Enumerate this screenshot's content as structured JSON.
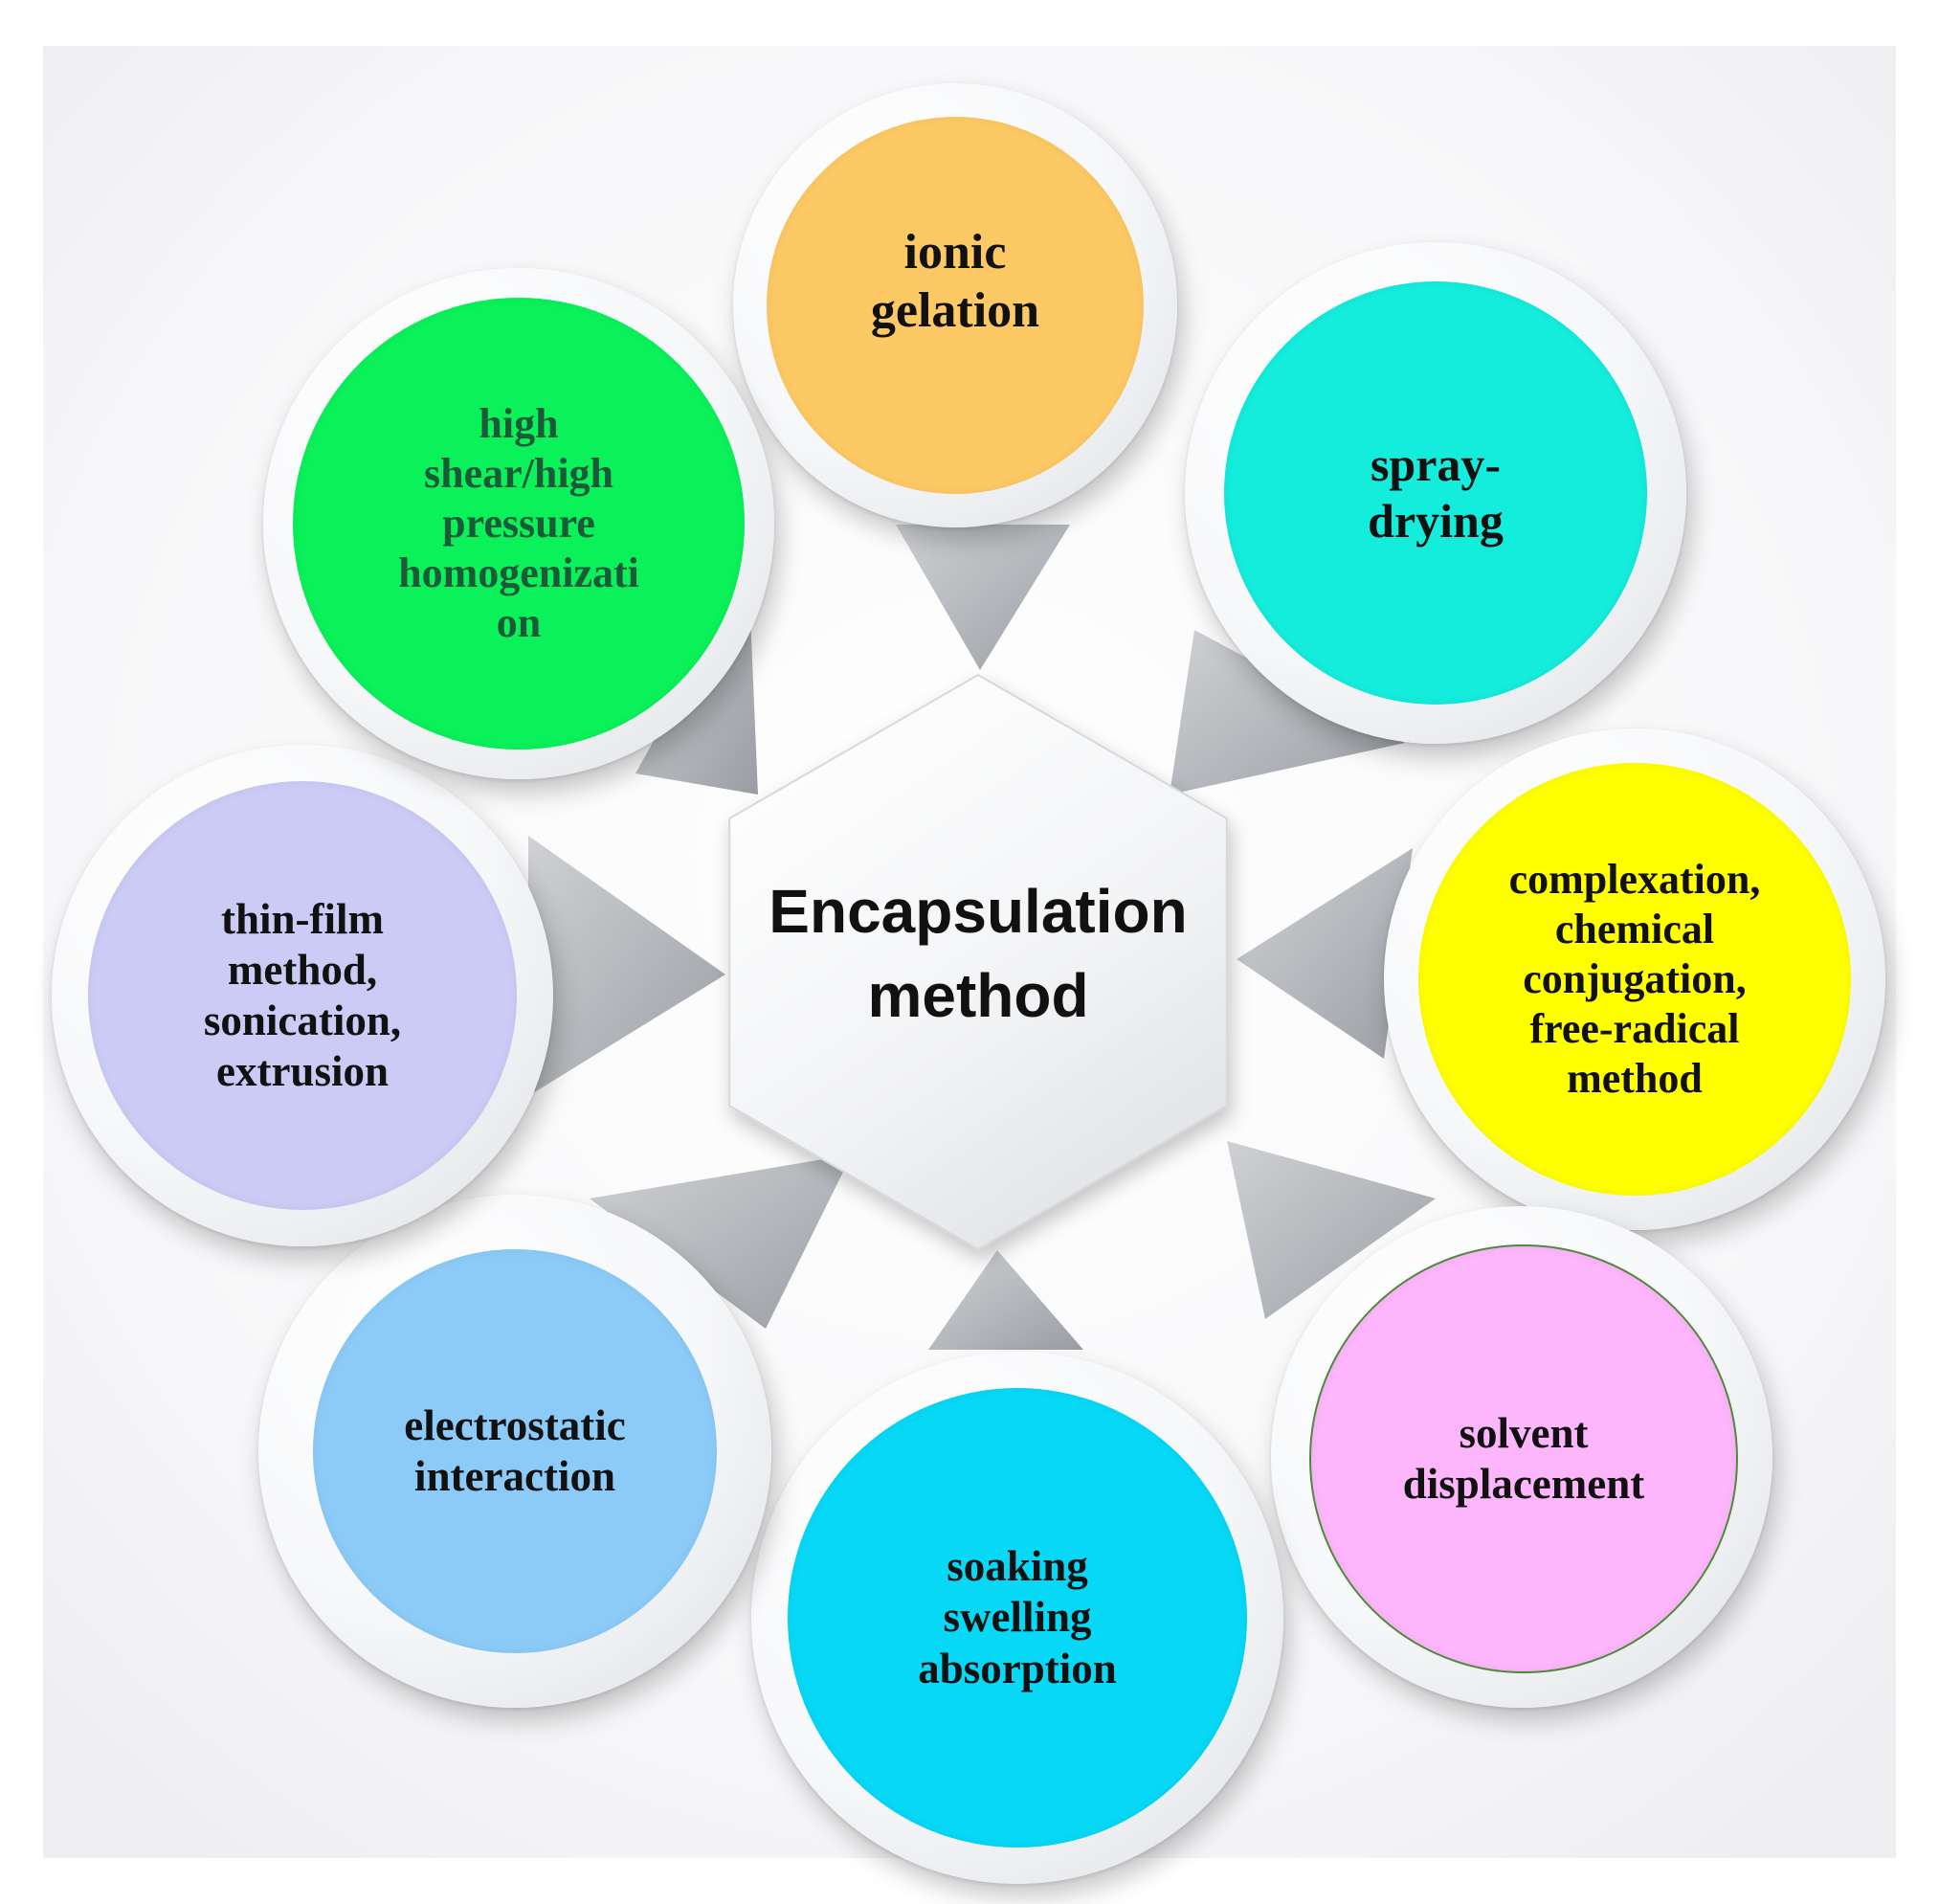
{
  "center": {
    "text": "Encapsulation\nmethod"
  },
  "methods": [
    {
      "id": "ionic-gelation",
      "text": "ionic\ngelation",
      "color": "#fdc964",
      "text_color": "#111111"
    },
    {
      "id": "spray-drying",
      "text": "spray-\ndrying",
      "color": "#14ecdc",
      "text_color": "#111111"
    },
    {
      "id": "complexation",
      "text": "complexation,\nchemical\nconjugation,\nfree-radical\nmethod",
      "color": "#ffff00",
      "text_color": "#111111"
    },
    {
      "id": "solvent-displacement",
      "text": "solvent\ndisplacement",
      "color": "#fdb6fb",
      "text_color": "#111111"
    },
    {
      "id": "soaking-swelling-absorption",
      "text": "soaking\nswelling\nabsorption",
      "color": "#06d8f6",
      "text_color": "#111111"
    },
    {
      "id": "electrostatic-interaction",
      "text": "electrostatic\ninteraction",
      "color": "#8ccbf7",
      "text_color": "#111111"
    },
    {
      "id": "thin-film-method",
      "text": "thin-film\nmethod,\nsonication,\nextrusion",
      "color": "#cbcbf6",
      "text_color": "#111111"
    },
    {
      "id": "high-shear-homogenization",
      "text": "high\nshear/high\npressure\nhomogenizati\non",
      "color": "#0af15a",
      "text_color": "#1a5a38"
    }
  ]
}
